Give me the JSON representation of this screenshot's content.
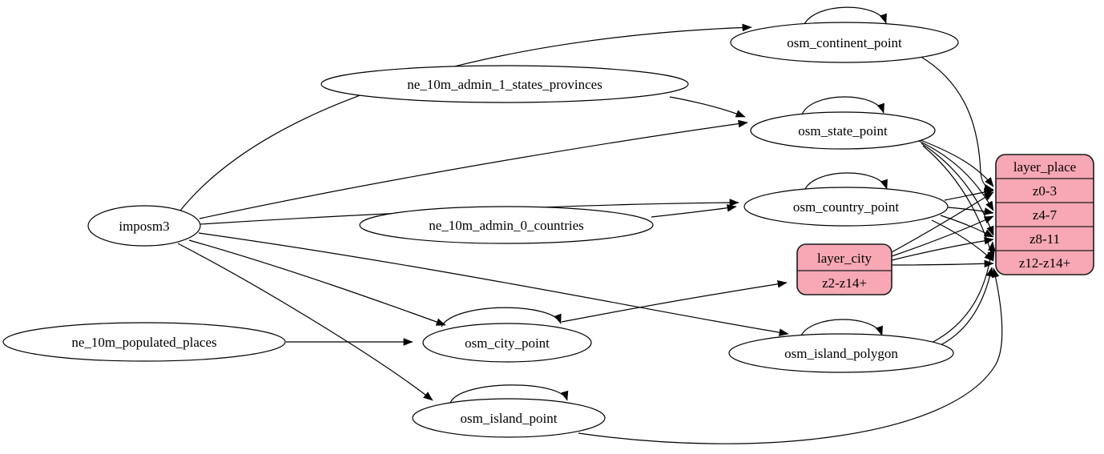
{
  "diagram": {
    "type": "etl-graph",
    "background": "#ffffff",
    "edge_color": "#000000",
    "table_node_fill": "#ffffff",
    "layer_record_fill": "#f7a8b4",
    "nodes": {
      "imposm3": {
        "label": "imposm3"
      },
      "ne_10m_admin_1_states_provinces": {
        "label": "ne_10m_admin_1_states_provinces"
      },
      "ne_10m_admin_0_countries": {
        "label": "ne_10m_admin_0_countries"
      },
      "ne_10m_populated_places": {
        "label": "ne_10m_populated_places"
      },
      "osm_continent_point": {
        "label": "osm_continent_point"
      },
      "osm_state_point": {
        "label": "osm_state_point"
      },
      "osm_country_point": {
        "label": "osm_country_point"
      },
      "osm_city_point": {
        "label": "osm_city_point"
      },
      "osm_island_polygon": {
        "label": "osm_island_polygon"
      },
      "osm_island_point": {
        "label": "osm_island_point"
      }
    },
    "records": {
      "layer_city": {
        "title": "layer_city",
        "rows": [
          "z2-z14+"
        ]
      },
      "layer_place": {
        "title": "layer_place",
        "rows": [
          "z0-3",
          "z4-7",
          "z8-11",
          "z12-z14+"
        ]
      }
    },
    "edges": [
      {
        "from": "imposm3",
        "to": "osm_continent_point"
      },
      {
        "from": "imposm3",
        "to": "osm_state_point"
      },
      {
        "from": "imposm3",
        "to": "osm_country_point"
      },
      {
        "from": "imposm3",
        "to": "osm_city_point"
      },
      {
        "from": "imposm3",
        "to": "osm_island_polygon"
      },
      {
        "from": "imposm3",
        "to": "osm_island_point"
      },
      {
        "from": "ne_10m_admin_1_states_provinces",
        "to": "osm_state_point"
      },
      {
        "from": "ne_10m_admin_0_countries",
        "to": "osm_country_point"
      },
      {
        "from": "ne_10m_populated_places",
        "to": "osm_city_point"
      },
      {
        "from": "osm_continent_point",
        "to": "osm_continent_point"
      },
      {
        "from": "osm_state_point",
        "to": "osm_state_point"
      },
      {
        "from": "osm_country_point",
        "to": "osm_country_point"
      },
      {
        "from": "osm_city_point",
        "to": "osm_city_point"
      },
      {
        "from": "osm_island_polygon",
        "to": "osm_island_polygon"
      },
      {
        "from": "osm_island_point",
        "to": "osm_island_point"
      },
      {
        "from": "osm_city_point",
        "to": "layer_city:z2-z14+"
      },
      {
        "from": "osm_continent_point",
        "to": "layer_place:z0-3"
      },
      {
        "from": "osm_state_point",
        "to": "layer_place:z0-3"
      },
      {
        "from": "osm_state_point",
        "to": "layer_place:z4-7"
      },
      {
        "from": "osm_state_point",
        "to": "layer_place:z8-11"
      },
      {
        "from": "osm_state_point",
        "to": "layer_place:z12-z14+"
      },
      {
        "from": "osm_country_point",
        "to": "layer_place:z0-3"
      },
      {
        "from": "osm_country_point",
        "to": "layer_place:z4-7"
      },
      {
        "from": "osm_country_point",
        "to": "layer_place:z8-11"
      },
      {
        "from": "osm_country_point",
        "to": "layer_place:z12-z14+"
      },
      {
        "from": "layer_city",
        "to": "layer_place:z0-3"
      },
      {
        "from": "layer_city",
        "to": "layer_place:z4-7"
      },
      {
        "from": "layer_city",
        "to": "layer_place:z8-11"
      },
      {
        "from": "layer_city",
        "to": "layer_place:z12-z14+"
      },
      {
        "from": "osm_island_polygon",
        "to": "layer_place:z8-11"
      },
      {
        "from": "osm_island_polygon",
        "to": "layer_place:z12-z14+"
      },
      {
        "from": "osm_island_point",
        "to": "layer_place:z12-z14+"
      }
    ]
  }
}
